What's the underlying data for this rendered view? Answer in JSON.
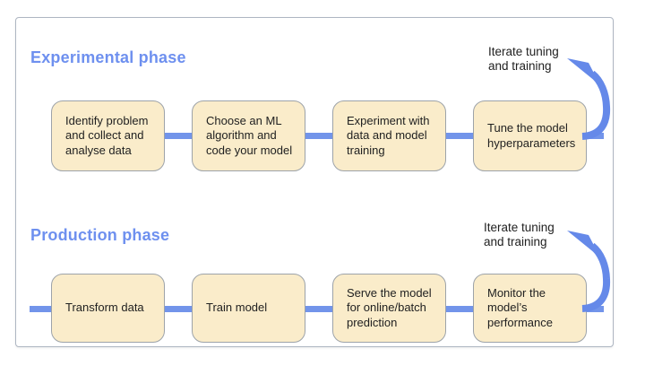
{
  "colors": {
    "heading": "#6e90ef",
    "connector": "#7294ea",
    "arrow": "#6589e9",
    "box_fill": "#faecca",
    "box_border": "#9da3a9",
    "box_text": "#212121",
    "frame_border": "#aeb6c2",
    "background": "#ffffff"
  },
  "phases": [
    {
      "title": "Experimental phase",
      "iterate_note": {
        "line1": "Iterate tuning",
        "line2": "and training"
      },
      "steps": [
        "Identify problem and collect and analyse data",
        "Choose an ML algorithm and code your model",
        "Experiment with data and model training",
        "Tune the model hyperparameters"
      ]
    },
    {
      "title": "Production phase",
      "iterate_note": {
        "line1": "Iterate tuning",
        "line2": "and training"
      },
      "steps": [
        "Transform data",
        "Train model",
        "Serve the model for online/batch prediction",
        "Monitor the model’s performance"
      ]
    }
  ]
}
